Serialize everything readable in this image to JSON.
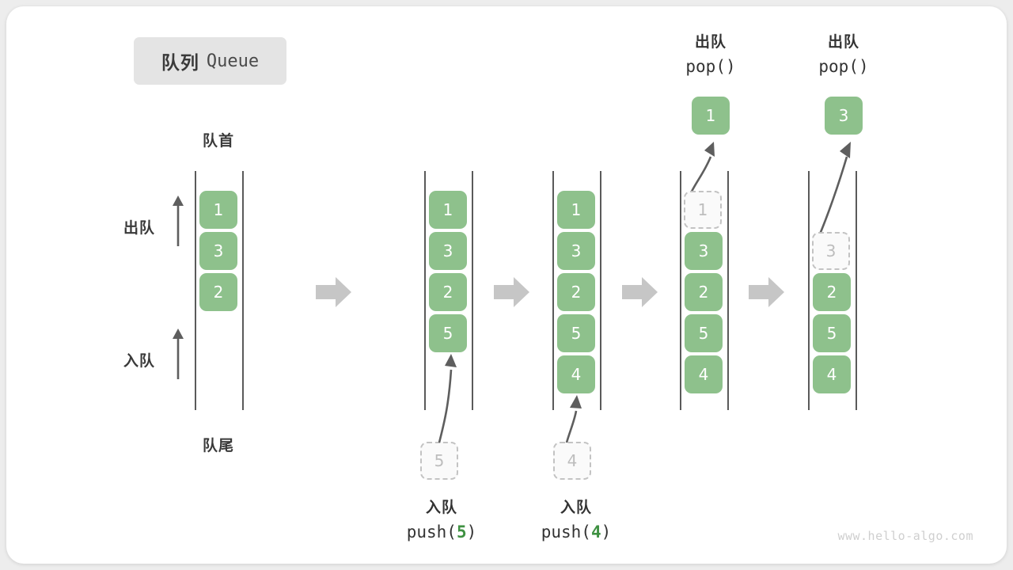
{
  "title": {
    "cn": "队列",
    "en": "Queue"
  },
  "labels": {
    "head": "队首",
    "tail": "队尾",
    "dequeue": "出队",
    "enqueue": "入队"
  },
  "colors": {
    "cell_fill": "#8ec18c",
    "cell_text": "#ffffff",
    "ghost_fill": "#fafafa",
    "ghost_border": "#c3c3c3",
    "ghost_text": "#bdbdbd",
    "rail": "#5a5a5a",
    "arrow": "#5e5e5e",
    "flow_arrow": "#c6c6c6",
    "accent_green": "#3f9142",
    "chip_bg": "#e4e4e4",
    "card_bg": "#ffffff",
    "page_bg": "#ededed"
  },
  "stages": [
    {
      "id": "initial",
      "cells": [
        "1",
        "3",
        "2"
      ],
      "caption_cn": "",
      "caption_code": ""
    },
    {
      "id": "push-5",
      "cells": [
        "1",
        "3",
        "2",
        "5"
      ],
      "incoming": "5",
      "caption_cn": "入队",
      "caption_code_prefix": "push(",
      "caption_code_num": "5",
      "caption_code_suffix": ")"
    },
    {
      "id": "push-4",
      "cells": [
        "1",
        "3",
        "2",
        "5",
        "4"
      ],
      "incoming": "4",
      "caption_cn": "入队",
      "caption_code_prefix": "push(",
      "caption_code_num": "4",
      "caption_code_suffix": ")"
    },
    {
      "id": "pop-1",
      "cells": [
        "3",
        "2",
        "5",
        "4"
      ],
      "ghost": "1",
      "popped": "1",
      "header_cn": "出队",
      "header_code": "pop()"
    },
    {
      "id": "pop-3",
      "cells": [
        "2",
        "5",
        "4"
      ],
      "ghost": "3",
      "popped": "3",
      "header_cn": "出队",
      "header_code": "pop()"
    }
  ],
  "watermark": "www.hello-algo.com"
}
